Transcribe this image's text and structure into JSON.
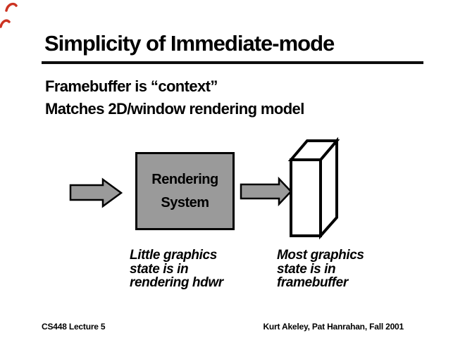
{
  "slide": {
    "title": "Simplicity of Immediate-mode",
    "bullets": {
      "0": "Framebuffer is “context”",
      "1": "Matches 2D/window rendering model"
    },
    "diagram": {
      "box_label_line1": "Rendering",
      "box_label_line2": "System",
      "left_caption": "Little graphics\nstate is in\nrendering hdwr",
      "right_caption": "Most graphics\nstate is in\nframebuffer",
      "arrow_fill": "#9a9a9a",
      "box_fill": "#9a9a9a",
      "outline_color": "#000000",
      "cube_fill": "#ffffff"
    },
    "footer_left": "CS448 Lecture 5",
    "footer_right": "Kurt Akeley, Pat Hanrahan, Fall 2001",
    "pen_mark_color": "#cc3322"
  }
}
